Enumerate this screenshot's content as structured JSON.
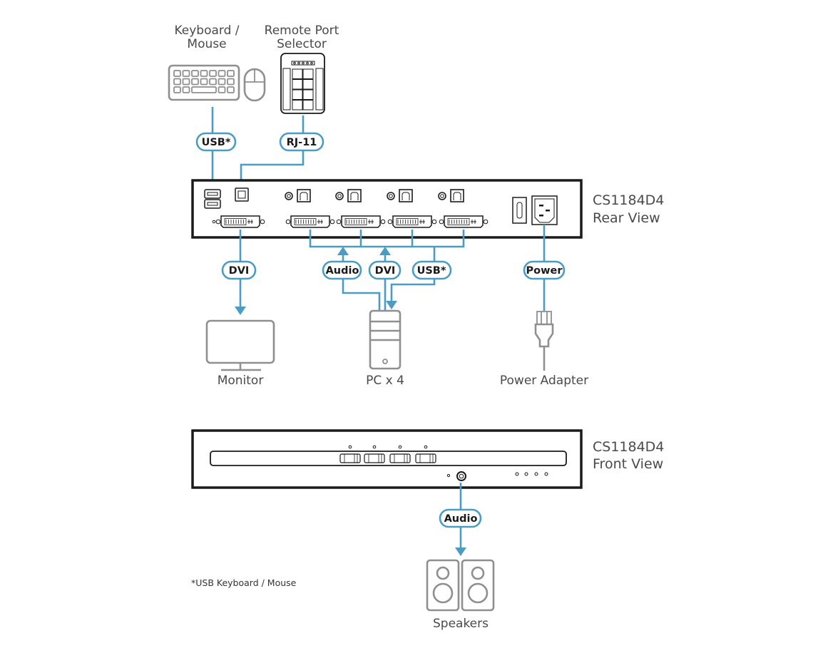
{
  "devices": {
    "keyboard_mouse": "Keyboard /\nMouse",
    "keyboard_mouse_lines": [
      "Keyboard /",
      "Mouse"
    ],
    "remote_port_selector_lines": [
      "Remote Port",
      "Selector"
    ],
    "monitor": "Monitor",
    "pc": "PC x 4",
    "power_adapter": "Power Adapter",
    "speakers": "Speakers"
  },
  "units": {
    "rear": {
      "model": "CS1184D4",
      "view": "Rear View"
    },
    "front": {
      "model": "CS1184D4",
      "view": "Front View"
    }
  },
  "connections": {
    "kbd_usb": "USB*",
    "remote_rj11": "RJ-11",
    "monitor_dvi": "DVI",
    "pc_audio": "Audio",
    "pc_dvi": "DVI",
    "pc_usb": "USB*",
    "power": "Power",
    "speaker_audio": "Audio"
  },
  "footnote": "*USB Keyboard / Mouse",
  "colors": {
    "wire": "#4a9cc3",
    "device_outline": "#8f8f8f",
    "unit_outline": "#1a1a1a"
  }
}
